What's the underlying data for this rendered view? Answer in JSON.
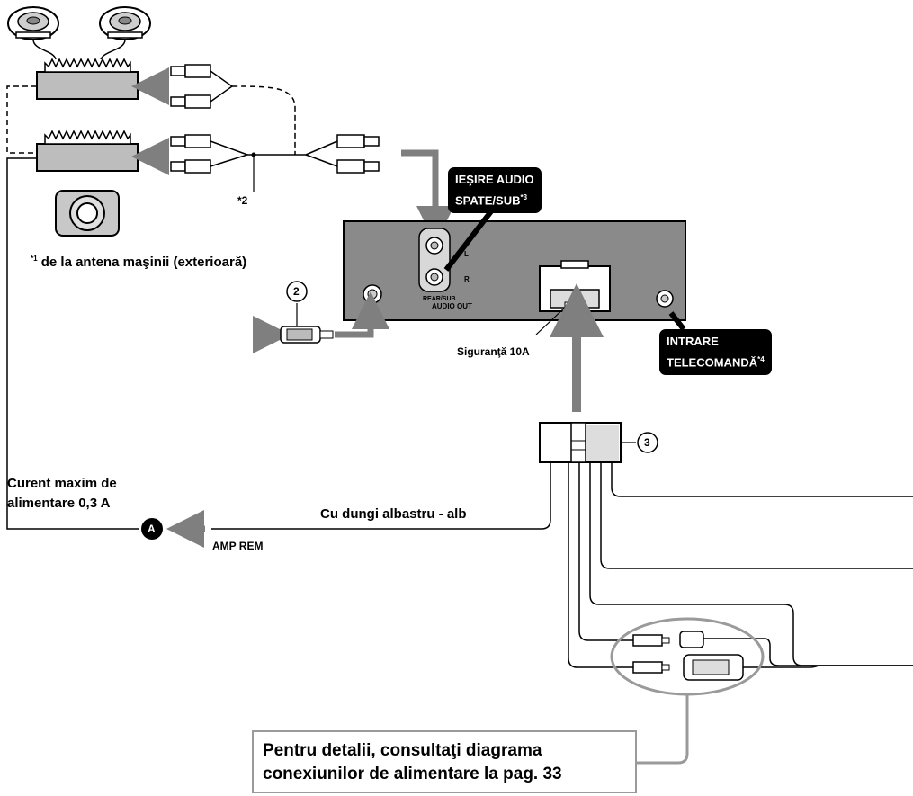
{
  "labels": {
    "antenna_prefix": "*1",
    "antenna": "de la antena maşinii (exterioară)",
    "note_star2": "*2",
    "fuse": "Siguranţă 10A",
    "max_current_line1": "Curent maxim de",
    "max_current_line2": "alimentare 0,3 A",
    "stripe_color": "Cu dungi albastru - alb",
    "amp_rem": "AMP REM",
    "jack_L": "L",
    "jack_R": "R",
    "rear_sub": "REAR/SUB",
    "audio_out": "AUDIO OUT"
  },
  "callouts": {
    "audio_out_line1": "IEŞIRE AUDIO",
    "audio_out_line2": "SPATE/SUB",
    "audio_out_sup": "*3",
    "remote_line1": "INTRARE",
    "remote_line2": "TELECOMANDĂ",
    "remote_sup": "*4"
  },
  "markers": {
    "item2": "2",
    "item3": "3",
    "A": "A"
  },
  "note": {
    "line1": "Pentru detalii, consultaţi diagrama",
    "line2": "conexiunilor de alimentare la pag. 33"
  },
  "colors": {
    "unit": "#8a8a8a",
    "arrow": "#7f7f7f",
    "callout_bg": "#000000",
    "note_border": "#9a9a9a"
  }
}
